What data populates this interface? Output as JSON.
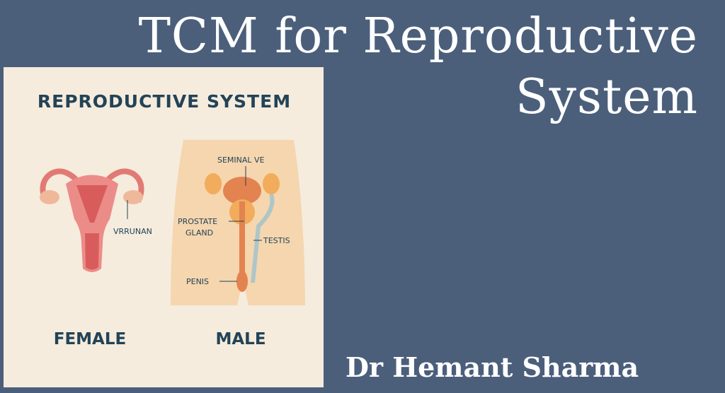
{
  "slide": {
    "title_line1": "TCM for Reproductive",
    "title_line2": "System",
    "author": "Dr Hemant Sharma",
    "background_color": "#4b5f7b"
  },
  "illustration": {
    "heading": "REPRODUCTIVE SYSTEM",
    "female_caption": "FEMALE",
    "male_caption": "MALE",
    "female_labels": {
      "ovary": "VRRUNAN"
    },
    "male_labels": {
      "seminal": "SEMINAL VE",
      "prostate_line1": "PROSTATE",
      "prostate_line2": "GLAND",
      "testis": "TESTIS",
      "penis": "PENIS"
    }
  }
}
